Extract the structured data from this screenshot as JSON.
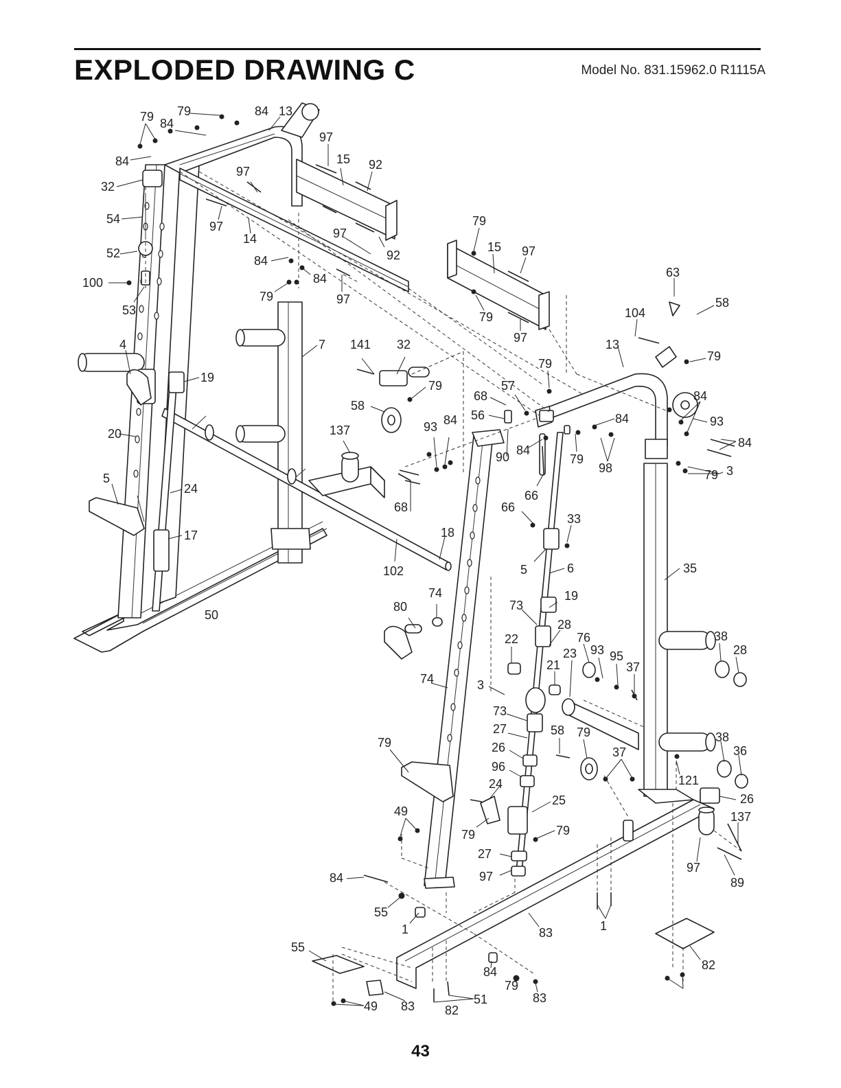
{
  "header": {
    "title": "EXPLODED DRAWING C",
    "model": "Model No. 831.15962.0 R1115A"
  },
  "page_number": "43",
  "callouts": [
    "79",
    "79",
    "84",
    "13",
    "84",
    "84",
    "32",
    "54",
    "52",
    "100",
    "53",
    "97",
    "97",
    "15",
    "92",
    "97",
    "14",
    "97",
    "92",
    "84",
    "84",
    "79",
    "97",
    "79",
    "15",
    "97",
    "79",
    "97",
    "63",
    "58",
    "104",
    "13",
    "79",
    "4",
    "19",
    "7",
    "141",
    "32",
    "79",
    "58",
    "137",
    "93",
    "84",
    "68",
    "56",
    "57",
    "79",
    "84",
    "79",
    "98",
    "84",
    "84",
    "93",
    "84",
    "79",
    "3",
    "20",
    "5",
    "24",
    "17",
    "18",
    "102",
    "68",
    "90",
    "66",
    "66",
    "33",
    "5",
    "6",
    "35",
    "80",
    "74",
    "73",
    "19",
    "28",
    "22",
    "23",
    "76",
    "93",
    "95",
    "37",
    "38",
    "28",
    "21",
    "3",
    "74",
    "73",
    "27",
    "26",
    "96",
    "58",
    "79",
    "37",
    "38",
    "36",
    "79",
    "121",
    "24",
    "25",
    "79",
    "79",
    "49",
    "26",
    "27",
    "97",
    "137",
    "97",
    "89",
    "84",
    "55",
    "1",
    "83",
    "1",
    "50",
    "55",
    "84",
    "79",
    "83",
    "51",
    "82",
    "49",
    "83",
    "82"
  ]
}
